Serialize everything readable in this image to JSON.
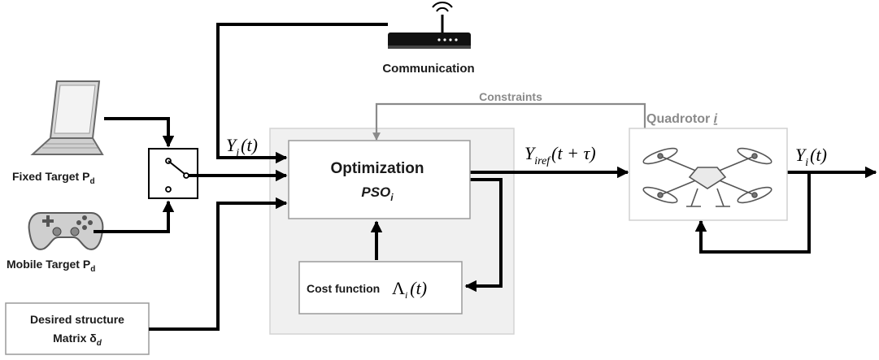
{
  "blocks": {
    "communication": {
      "label": "Communication"
    },
    "fixed_target": {
      "label": "Fixed Target P",
      "sub": "d"
    },
    "mobile_target": {
      "label": "Mobile Target P",
      "sub": "d"
    },
    "desired_structure": {
      "line1": "Desired structure",
      "line2": "Matrix δ",
      "sub": "d"
    },
    "optimization": {
      "title": "Optimization",
      "algo": "PSO",
      "algo_sub": "i"
    },
    "cost_function": {
      "label": "Cost function",
      "symbol": "Λ",
      "symbol_sub": "i",
      "arg": "(t)"
    },
    "quadrotor": {
      "label": "Quadrotor",
      "index": "i"
    },
    "constraints": {
      "label": "Constraints"
    }
  },
  "signals": {
    "yj": {
      "main": "Y",
      "sub": "j",
      "arg": "(t)"
    },
    "yiref": {
      "main": "Y",
      "sub": "iref",
      "arg": "(t + τ)"
    },
    "yi": {
      "main": "Y",
      "sub": "i",
      "arg": "(t)"
    }
  },
  "colors": {
    "wire": "#000000",
    "constraint_line": "#8a8a8a",
    "panel": "#f0f0f0",
    "quadrotor_label": "#8a8a8a"
  },
  "icons": [
    "router-icon",
    "laptop-icon",
    "gamepad-icon",
    "switch-icon",
    "drone-icon"
  ]
}
